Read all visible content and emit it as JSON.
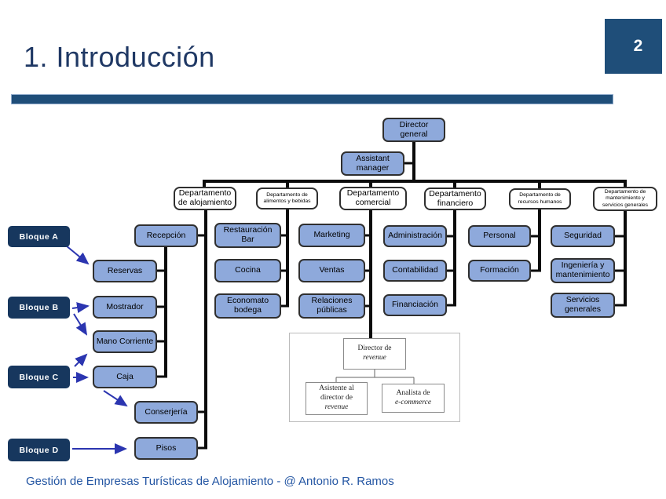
{
  "slide": {
    "title": "1. Introducción",
    "page_number": "2",
    "footer": "Gestión de Empresas Turísticas de Alojamiento - @ Antonio R. Ramos"
  },
  "org": {
    "director_general": "Director general",
    "assistant_manager": "Assistant manager",
    "departments": {
      "alojamiento": "Departamento de alojamiento",
      "alimentos": "Departamento de alimentos y bebidas",
      "comercial": "Departamento comercial",
      "financiero": "Departamento financiero",
      "recursos_humanos": "Departamento de recursos humanos",
      "mantenimiento": "Departamento de mantenimiento y servicios generales"
    },
    "alojamiento": {
      "recepcion": "Recepción",
      "reservas": "Reservas",
      "mostrador": "Mostrador",
      "mano_corriente": "Mano Corriente",
      "caja": "Caja",
      "conserjeria": "Conserjería",
      "pisos": "Pisos"
    },
    "alimentos": {
      "restauracion_bar": "Restauración Bar",
      "cocina": "Cocina",
      "economato_bodega": "Economato bodega"
    },
    "comercial": {
      "marketing": "Marketing",
      "ventas": "Ventas",
      "relaciones_publicas": "Relaciones públicas"
    },
    "financiero": {
      "administracion": "Administración",
      "contabilidad": "Contabilidad",
      "financiacion": "Financiación"
    },
    "recursos_humanos": {
      "personal": "Personal",
      "formacion": "Formación"
    },
    "mantenimiento": {
      "seguridad": "Seguridad",
      "ingenieria": "Ingeniería y mantenimiento",
      "servicios_generales": "Servicios generales"
    }
  },
  "bloques": {
    "a": "Bloque A",
    "b": "Bloque B",
    "c": "Bloque C",
    "d": "Bloque D"
  },
  "revenue": {
    "director": "Director de",
    "director_em": "revenue",
    "asistente": "Asistente al director de",
    "asistente_em": "revenue",
    "analista": "Analista de",
    "analista_em": "e-commerce"
  },
  "colors": {
    "navy_bar": "#1F4E79",
    "title_text": "#1F3864",
    "footer_text": "#2456A3",
    "node_fill": "#8EA9DB",
    "node_border": "#2F2F2F",
    "bloque_fill": "#17375E",
    "arrow_blue": "#2B35B0",
    "connector_black": "#0B0B0B"
  }
}
